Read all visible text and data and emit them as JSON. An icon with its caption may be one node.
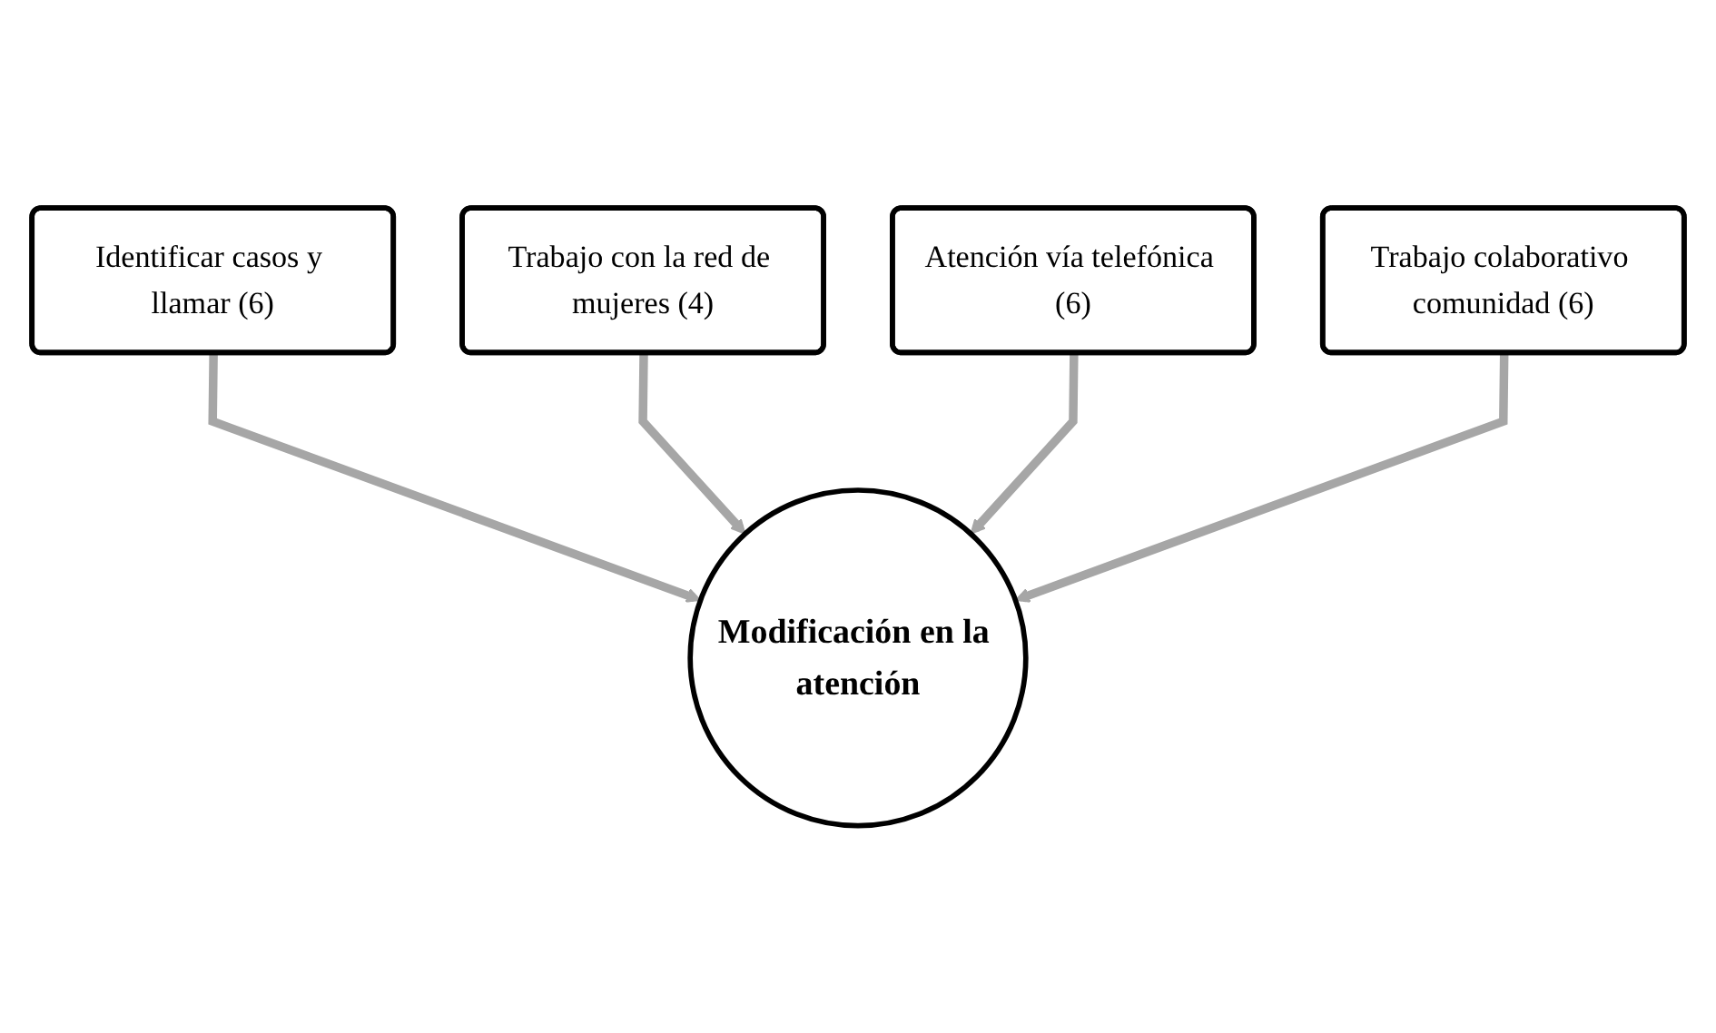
{
  "diagram": {
    "nodes": [
      {
        "text": [
          "Identificar casos y llamar (6)"
        ]
      },
      {
        "text": [
          "Trabajo con la red de mujeres (4)"
        ]
      },
      {
        "text": [
          "Atención vía telefónica (6)"
        ]
      },
      {
        "text": [
          "Trabajo colaborativo comunidad (6)"
        ]
      },
      {
        "text": [
          "Modificación en la atención"
        ]
      }
    ],
    "edges": [
      {
        "from": 0,
        "to": 4,
        "arrow": "to"
      },
      {
        "from": 1,
        "to": 4,
        "arrow": "to"
      },
      {
        "from": 2,
        "to": 4,
        "arrow": "to"
      },
      {
        "from": 3,
        "to": 4,
        "arrow": "to"
      }
    ]
  }
}
